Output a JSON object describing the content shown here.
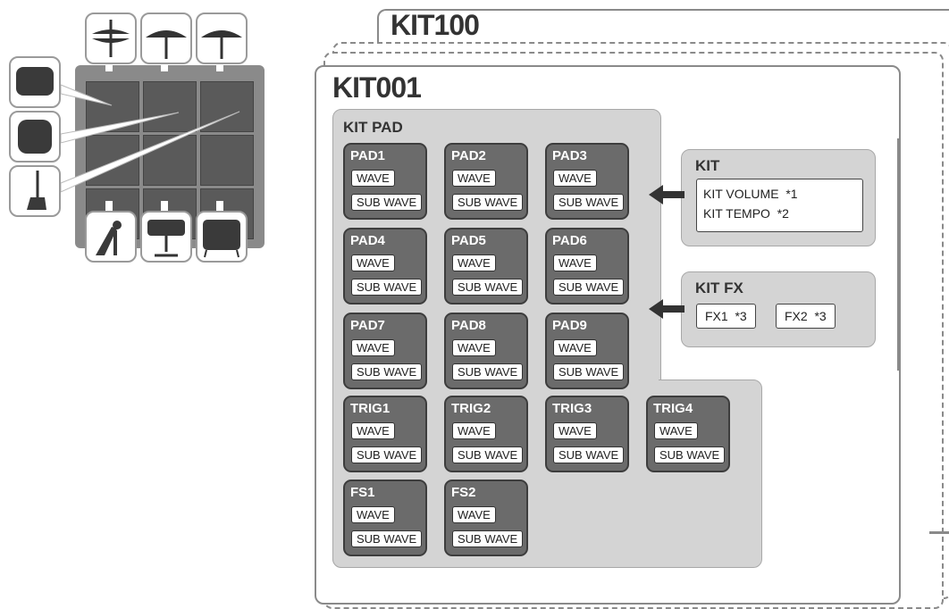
{
  "kits": {
    "back_title": "KIT100",
    "front_title": "KIT001"
  },
  "kit_pad": {
    "title": "KIT PAD",
    "pads": [
      {
        "name": "PAD1",
        "wave": "WAVE",
        "sub": "SUB WAVE"
      },
      {
        "name": "PAD2",
        "wave": "WAVE",
        "sub": "SUB WAVE"
      },
      {
        "name": "PAD3",
        "wave": "WAVE",
        "sub": "SUB WAVE"
      },
      {
        "name": "PAD4",
        "wave": "WAVE",
        "sub": "SUB WAVE"
      },
      {
        "name": "PAD5",
        "wave": "WAVE",
        "sub": "SUB WAVE"
      },
      {
        "name": "PAD6",
        "wave": "WAVE",
        "sub": "SUB WAVE"
      },
      {
        "name": "PAD7",
        "wave": "WAVE",
        "sub": "SUB WAVE"
      },
      {
        "name": "PAD8",
        "wave": "WAVE",
        "sub": "SUB WAVE"
      },
      {
        "name": "PAD9",
        "wave": "WAVE",
        "sub": "SUB WAVE"
      },
      {
        "name": "TRIG1",
        "wave": "WAVE",
        "sub": "SUB WAVE"
      },
      {
        "name": "TRIG2",
        "wave": "WAVE",
        "sub": "SUB WAVE"
      },
      {
        "name": "TRIG3",
        "wave": "WAVE",
        "sub": "SUB WAVE"
      },
      {
        "name": "TRIG4",
        "wave": "WAVE",
        "sub": "SUB WAVE"
      },
      {
        "name": "FS1",
        "wave": "WAVE",
        "sub": "SUB WAVE"
      },
      {
        "name": "FS2",
        "wave": "WAVE",
        "sub": "SUB WAVE"
      }
    ]
  },
  "kit": {
    "title": "KIT",
    "volume": "KIT VOLUME  *1",
    "tempo": "KIT TEMPO  *2"
  },
  "kit_fx": {
    "title": "KIT FX",
    "fx1": "FX1  *3",
    "fx2": "FX2  *3"
  },
  "icons": {
    "top": [
      "hi-hat-cymbal-icon",
      "ride-cymbal-icon",
      "crash-cymbal-icon"
    ],
    "left": [
      "snare-drum-icon",
      "tom-drum-icon",
      "brush-icon"
    ],
    "bottom": [
      "kick-pedal-icon",
      "snare-stand-icon",
      "floor-tom-icon"
    ]
  },
  "colors": {
    "pad_fill": "#6b6b6b",
    "panel_fill": "#d4d4d4",
    "sheet_border": "#8a8a8a"
  }
}
